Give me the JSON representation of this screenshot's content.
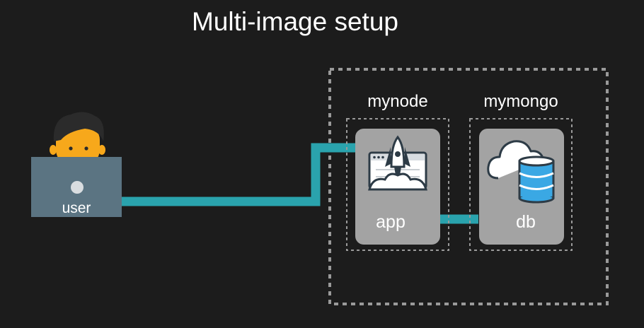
{
  "title": "Multi-image setup",
  "user": {
    "label": "user"
  },
  "containers": [
    {
      "name": "mynode",
      "service": "app",
      "icon": "rocket-launch-icon"
    },
    {
      "name": "mymongo",
      "service": "db",
      "icon": "cloud-database-icon"
    }
  ],
  "colors": {
    "background": "#1c1c1c",
    "connector": "#2aa3ad",
    "card": "#a3a3a3",
    "laptop": "#5b7482",
    "dashed_border": "#9a9a9a",
    "face": "#f7a81b",
    "hair": "#2b2b2b",
    "database": "#3aa8e4"
  }
}
